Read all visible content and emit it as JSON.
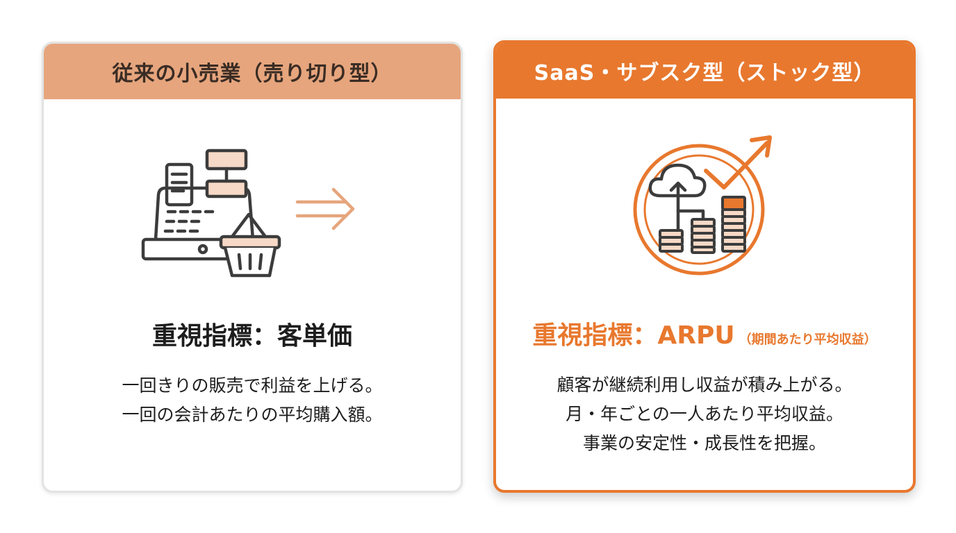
{
  "left_card": {
    "title": "従来の小売業（売り切り型）",
    "metric": "重視指標：客単価",
    "description": [
      "一回きりの販売で利益を上げる。",
      "一回の会計あたりの平均購入額。"
    ],
    "icons": [
      "cash-register-icon",
      "shopping-basket-icon",
      "arrow-right-icon"
    ]
  },
  "right_card": {
    "title": "SaaS・サブスク型（ストック型）",
    "metric": "重視指標：ARPU",
    "metric_note": "（期間あたり平均収益）",
    "description": [
      "顧客が継続利用し収益が積み上がる。",
      "月・年ごとの一人あたり平均収益。",
      "事業の安定性・成長性を把握。"
    ],
    "icons": [
      "cloud-upload-icon",
      "coin-stack-icon",
      "growth-arrow-icon"
    ]
  },
  "colors": {
    "accent": "#e8782e",
    "left_header": "#e6a57d",
    "peach": "#f6d9c6",
    "icon_dark": "#3c3c3c",
    "text": "#1d1d1d"
  }
}
